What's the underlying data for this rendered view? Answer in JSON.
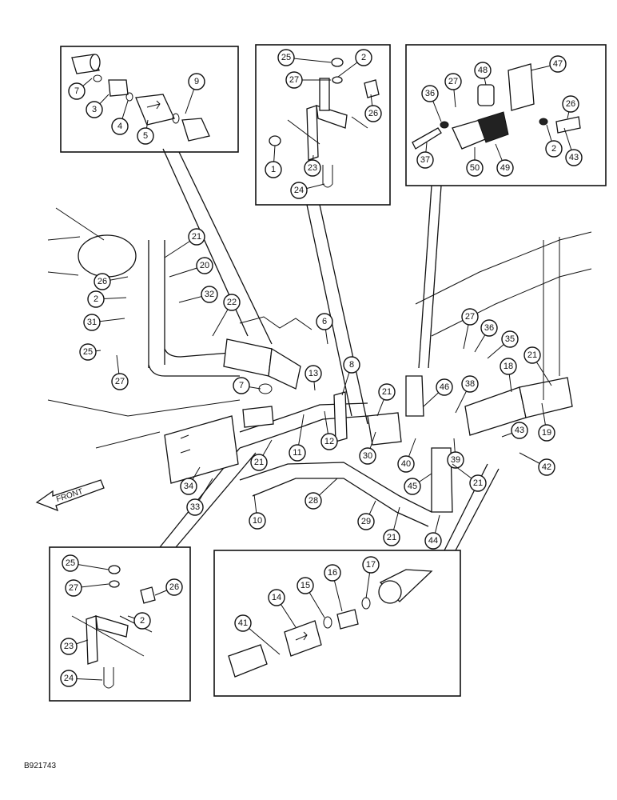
{
  "drawing_id": "B921743",
  "front_label": "FRONT",
  "callouts": {
    "c7a": "7",
    "c3": "3",
    "c4": "4",
    "c5": "5",
    "c9": "9",
    "c25a": "25",
    "c2a": "2",
    "c27a": "27",
    "c26a": "26",
    "c1": "1",
    "c23a": "23",
    "c24a": "24",
    "c48": "48",
    "c47": "47",
    "c36a": "36",
    "c27b": "27",
    "c26b": "26",
    "c37": "37",
    "c50": "50",
    "c49": "49",
    "c2b": "2",
    "c43a": "43",
    "c21a": "21",
    "c20": "20",
    "c26c": "26",
    "c32": "32",
    "c2c": "2",
    "c22": "22",
    "c31": "31",
    "c25b": "25",
    "c27c": "27",
    "c6": "6",
    "c7b": "7",
    "c13": "13",
    "c8": "8",
    "c12": "12",
    "c11": "11",
    "c21b": "21",
    "c34": "34",
    "c33": "33",
    "c10": "10",
    "c21c": "21",
    "c30": "30",
    "c46": "46",
    "c38": "38",
    "c40": "40",
    "c39": "39",
    "c45": "45",
    "c21d": "21",
    "c27d": "27",
    "c36b": "36",
    "c35": "35",
    "c21e": "21",
    "c18": "18",
    "c19": "19",
    "c43b": "43",
    "c42": "42",
    "c28": "28",
    "c29": "29",
    "c21f": "21",
    "c44": "44",
    "c25c": "25",
    "c27e": "27",
    "c26d": "26",
    "c2d": "2",
    "c23b": "23",
    "c24b": "24",
    "c16": "16",
    "c17": "17",
    "c15": "15",
    "c14": "14",
    "c41": "41"
  }
}
